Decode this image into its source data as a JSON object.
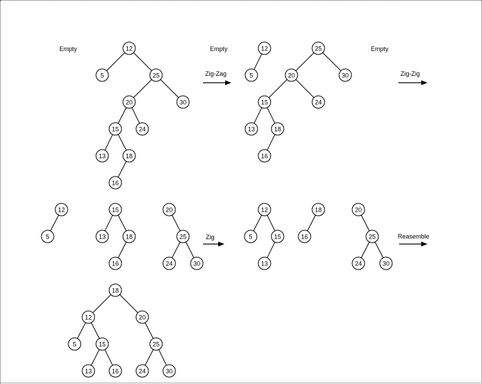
{
  "labels": {
    "empty": "Empty",
    "zig_zag": "Zig-Zag",
    "zig_zig": "Zig-Zig",
    "zig": "Zig",
    "reassemble": "Reasemble"
  },
  "trees": [
    {
      "id": "t1",
      "nodes": [
        [
          "12",
          "a"
        ],
        [
          "5",
          "a"
        ],
        [
          "25",
          "a"
        ],
        [
          "20",
          "a"
        ],
        [
          "30",
          "a"
        ],
        [
          "15",
          "a"
        ],
        [
          "24",
          "a"
        ],
        [
          "13",
          "a"
        ],
        [
          "18",
          "a"
        ],
        [
          "16",
          "a"
        ]
      ],
      "edges": [
        [
          "12",
          "5"
        ],
        [
          "12",
          "25"
        ],
        [
          "25",
          "20"
        ],
        [
          "25",
          "30"
        ],
        [
          "20",
          "15"
        ],
        [
          "20",
          "24"
        ],
        [
          "15",
          "13"
        ],
        [
          "15",
          "18"
        ],
        [
          "18",
          "16"
        ]
      ]
    },
    {
      "id": "t2L",
      "nodes": [
        [
          "12",
          "b"
        ],
        [
          "5",
          "b"
        ]
      ],
      "edges": [
        [
          "12",
          "5"
        ]
      ]
    },
    {
      "id": "t2R",
      "nodes": [
        [
          "25",
          "b"
        ],
        [
          "20",
          "b"
        ],
        [
          "30",
          "b"
        ],
        [
          "15",
          "b"
        ],
        [
          "24",
          "b"
        ],
        [
          "13",
          "b"
        ],
        [
          "18",
          "b"
        ],
        [
          "16",
          "b"
        ]
      ],
      "edges": [
        [
          "25",
          "20"
        ],
        [
          "25",
          "30"
        ],
        [
          "20",
          "15"
        ],
        [
          "20",
          "24"
        ],
        [
          "15",
          "13"
        ],
        [
          "15",
          "18"
        ],
        [
          "18",
          "16"
        ]
      ]
    },
    {
      "id": "t3A",
      "nodes": [
        [
          "12",
          "c"
        ],
        [
          "5",
          "c"
        ]
      ],
      "edges": [
        [
          "12",
          "5"
        ]
      ]
    },
    {
      "id": "t3B",
      "nodes": [
        [
          "15",
          "c"
        ],
        [
          "13",
          "c"
        ],
        [
          "18",
          "c"
        ],
        [
          "16",
          "c"
        ]
      ],
      "edges": [
        [
          "15",
          "13"
        ],
        [
          "15",
          "18"
        ],
        [
          "18",
          "16"
        ]
      ]
    },
    {
      "id": "t3C",
      "nodes": [
        [
          "20",
          "c"
        ],
        [
          "25",
          "c"
        ],
        [
          "24",
          "c"
        ],
        [
          "30",
          "c"
        ]
      ],
      "edges": [
        [
          "20",
          "25"
        ],
        [
          "25",
          "24"
        ],
        [
          "25",
          "30"
        ]
      ]
    },
    {
      "id": "t4A",
      "nodes": [
        [
          "12",
          "d"
        ],
        [
          "5",
          "d"
        ],
        [
          "15",
          "d"
        ],
        [
          "13",
          "d"
        ]
      ],
      "edges": [
        [
          "12",
          "5"
        ],
        [
          "12",
          "15"
        ],
        [
          "15",
          "13"
        ]
      ]
    },
    {
      "id": "t4B",
      "nodes": [
        [
          "18",
          "d"
        ],
        [
          "16",
          "d"
        ]
      ],
      "edges": [
        [
          "18",
          "16"
        ]
      ]
    },
    {
      "id": "t4C",
      "nodes": [
        [
          "20",
          "d"
        ],
        [
          "25",
          "d"
        ],
        [
          "24",
          "d"
        ],
        [
          "30",
          "d"
        ]
      ],
      "edges": [
        [
          "20",
          "25"
        ],
        [
          "25",
          "24"
        ],
        [
          "25",
          "30"
        ]
      ]
    },
    {
      "id": "t5",
      "nodes": [
        [
          "18",
          "e"
        ],
        [
          "12",
          "e"
        ],
        [
          "20",
          "e"
        ],
        [
          "5",
          "e"
        ],
        [
          "15",
          "e"
        ],
        [
          "25",
          "e"
        ],
        [
          "13",
          "e"
        ],
        [
          "16",
          "e"
        ],
        [
          "24",
          "e"
        ],
        [
          "30",
          "e"
        ]
      ],
      "edges": [
        [
          "18",
          "12"
        ],
        [
          "18",
          "20"
        ],
        [
          "12",
          "5"
        ],
        [
          "12",
          "15"
        ],
        [
          "20",
          "25"
        ],
        [
          "15",
          "13"
        ],
        [
          "15",
          "16"
        ],
        [
          "25",
          "24"
        ],
        [
          "25",
          "30"
        ]
      ]
    }
  ]
}
